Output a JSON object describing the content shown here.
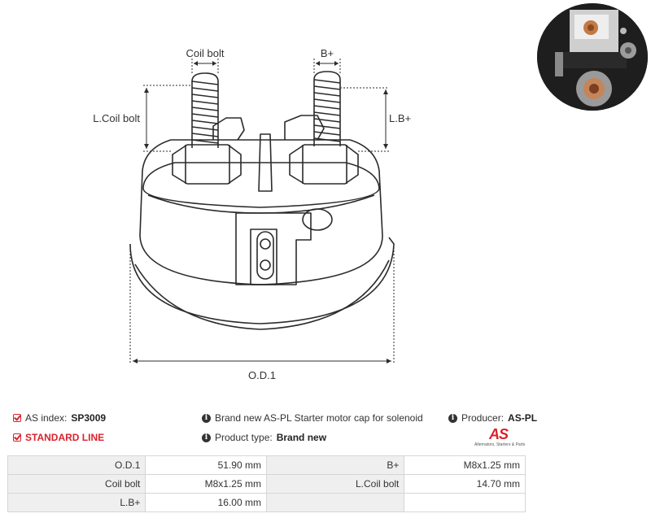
{
  "dimensions": {
    "coil_bolt": "Coil bolt",
    "b_plus": "B+",
    "l_coil_bolt": "L.Coil bolt",
    "l_b_plus": "L.B+",
    "od1": "O.D.1"
  },
  "info": {
    "as_index_label": "AS index:",
    "as_index_value": "SP3009",
    "description": "Brand new AS-PL Starter motor cap for solenoid",
    "producer_label": "Producer:",
    "producer_value": "AS-PL",
    "line": "STANDARD LINE",
    "product_type_label": "Product type:",
    "product_type_value": "Brand new"
  },
  "logo": {
    "mark": "AS",
    "tagline": "Alternators, Starters & Parts"
  },
  "colors": {
    "accent": "#d9232d",
    "label_bg": "#efefef",
    "border": "#d6d6d6"
  },
  "specs": [
    [
      {
        "label": "O.D.1",
        "value": "51.90 mm"
      },
      {
        "label": "B+",
        "value": "M8x1.25 mm"
      }
    ],
    [
      {
        "label": "Coil bolt",
        "value": "M8x1.25 mm"
      },
      {
        "label": "L.Coil bolt",
        "value": "14.70 mm"
      }
    ],
    [
      {
        "label": "L.B+",
        "value": "16.00 mm"
      },
      {
        "label": "",
        "value": ""
      }
    ]
  ]
}
